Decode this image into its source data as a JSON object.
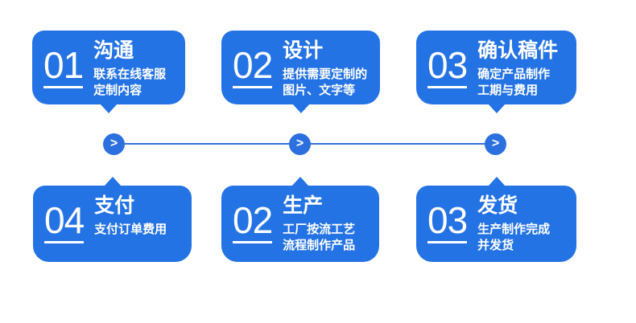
{
  "colors": {
    "card": "#2473e5",
    "circle": "#2b70de",
    "line": "#3572d8",
    "text": "#ffffff",
    "background": "#ffffff"
  },
  "connector": {
    "chevron": ">"
  },
  "cards": [
    {
      "number": "01",
      "title": "沟通",
      "desc": "联系在线客服\n定制内容"
    },
    {
      "number": "02",
      "title": "设计",
      "desc": "提供需要定制的\n图片、文字等"
    },
    {
      "number": "03",
      "title": "确认稿件",
      "desc": "确定产品制作\n工期与费用"
    },
    {
      "number": "04",
      "title": "支付",
      "desc": "支付订单费用"
    },
    {
      "number": "02",
      "title": "生产",
      "desc": "工厂按流工艺\n流程制作产品"
    },
    {
      "number": "03",
      "title": "发货",
      "desc": "生产制作完成\n并发货"
    }
  ]
}
